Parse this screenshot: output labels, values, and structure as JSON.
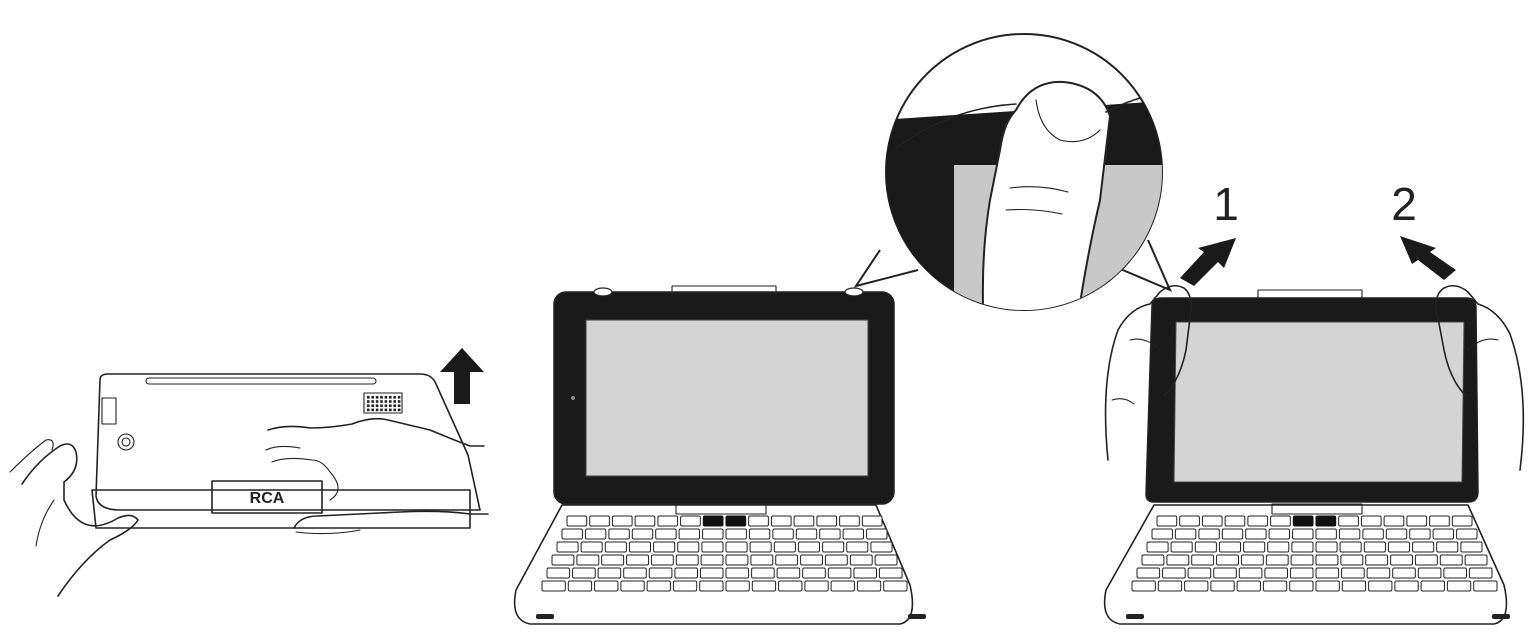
{
  "figure": {
    "panel_1": {
      "logo_text": "RCA"
    },
    "panel_3": {
      "step_labels": [
        "1",
        "2"
      ]
    }
  },
  "colors": {
    "line": "#222222",
    "screen": "#d4d4d4",
    "bezel": "#1a1a1a",
    "magnifier_screen": "#c8c8c8"
  },
  "icons": [
    "arrow-up-icon",
    "arrow-step-1-icon",
    "arrow-step-2-icon",
    "magnifier-icon"
  ]
}
